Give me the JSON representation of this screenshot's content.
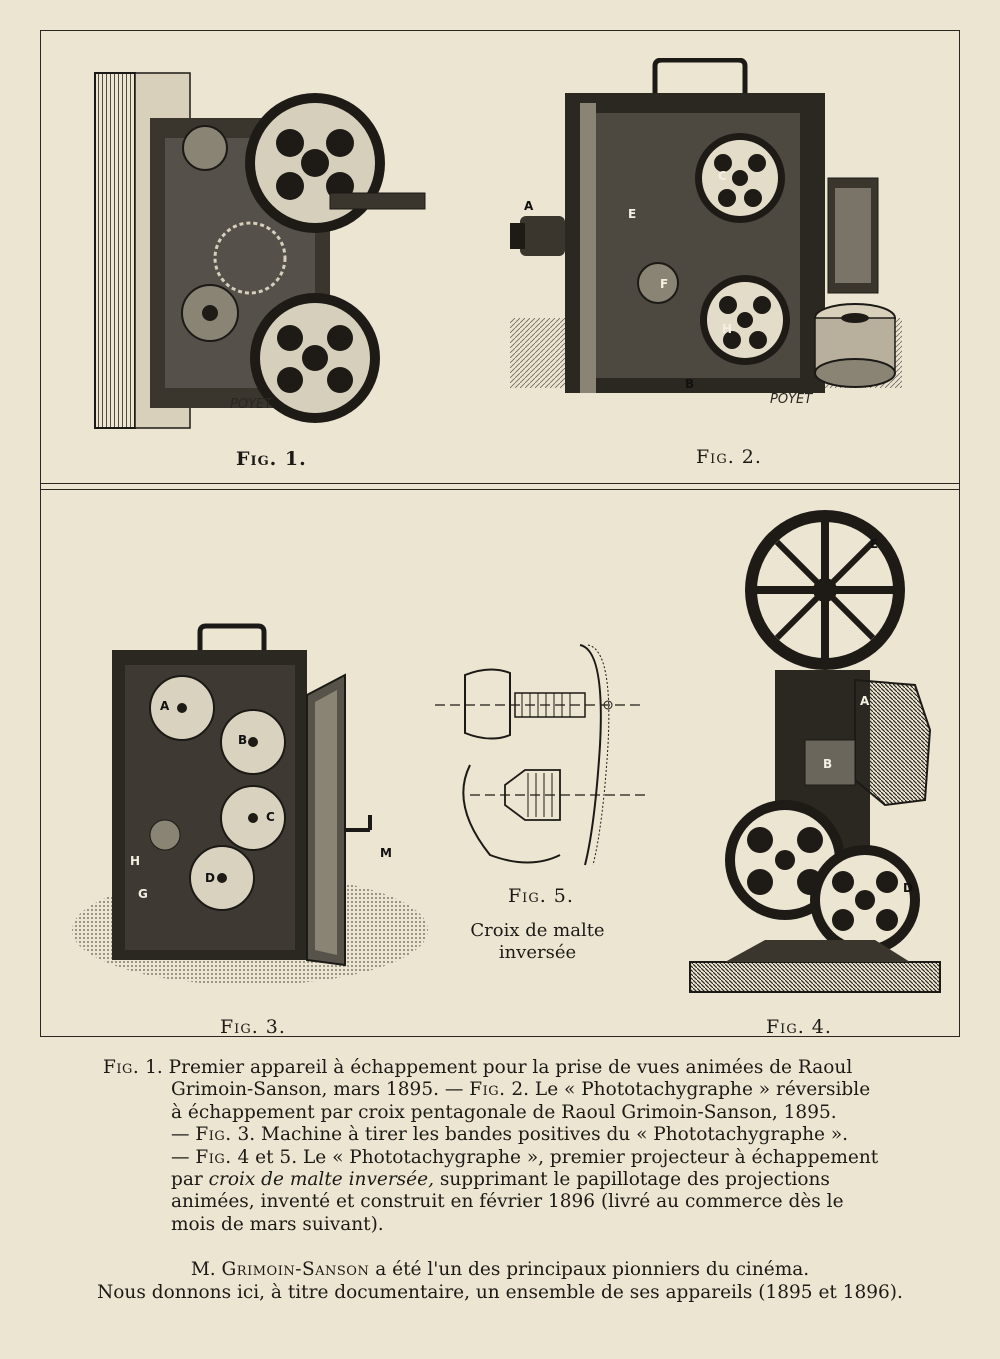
{
  "figures": {
    "fig1": {
      "label": "Fig. 1.",
      "signature": "POYET"
    },
    "fig2": {
      "label": "Fig. 2.",
      "signature": "POYET",
      "letters": [
        "A",
        "B",
        "C",
        "E",
        "F",
        "H"
      ]
    },
    "fig3": {
      "label": "Fig. 3.",
      "letters": [
        "A",
        "B",
        "C",
        "D",
        "G",
        "H",
        "M"
      ]
    },
    "fig4": {
      "label": "Fig. 4.",
      "letters": [
        "A",
        "B",
        "D",
        "E"
      ]
    },
    "fig5": {
      "label": "Fig. 5.",
      "caption_line1": "Croix de malte",
      "caption_line2": "inversée"
    }
  },
  "caption": {
    "line1_a": "Fig.",
    "line1_b": " 1. Premier appareil à échappement pour la prise de vues animées de Raoul",
    "line2_a": "Grimoin-Sanson, mars 1895. — ",
    "line2_b": "Fig.",
    "line2_c": " 2. Le « Phototachygraphe » réversible",
    "line3": "à échappement par croix pentagonale de Raoul Grimoin-Sanson, 1895.",
    "line4_a": "— ",
    "line4_b": "Fig.",
    "line4_c": " 3. Machine à tirer les bandes positives du « Phototachygraphe ».",
    "line5_a": "— ",
    "line5_b": "Fig.",
    "line5_c": " 4 et 5. Le « Phototachygraphe », premier projecteur à échappement",
    "line6_a": "par ",
    "line6_b": "croix de malte inversée,",
    "line6_c": " supprimant le papillotage des projections",
    "line7": "animées, inventé et construit en février 1896 (livré au commerce dès le",
    "line8": "mois de mars suivant)."
  },
  "footer": {
    "line1_a": "M. ",
    "line1_b": "Grimoin-Sanson",
    "line1_c": " a été l'un des principaux pionniers du cinéma.",
    "line2": "Nous donnons ici, à titre documentaire, un ensemble de ses appareils (1895 et 1896)."
  },
  "colors": {
    "paper": "#ece5d2",
    "ink": "#1c1a16",
    "engraving_dark": "#2b2822",
    "engraving_mid": "#6b665c"
  }
}
